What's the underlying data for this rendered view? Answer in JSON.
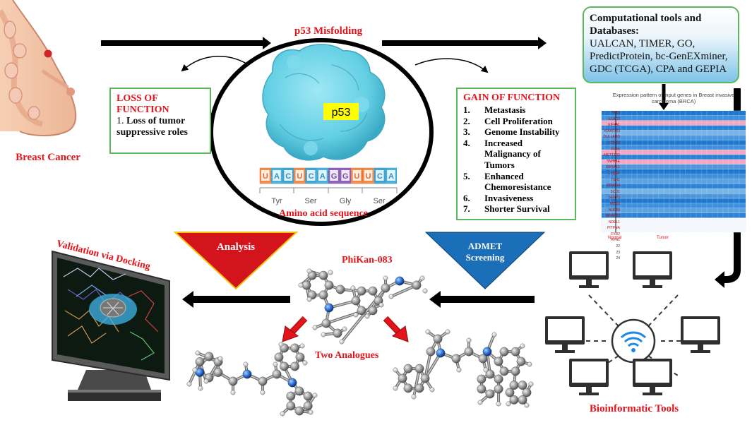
{
  "main_title": "p53 Misfolding",
  "protein_label": "p53",
  "breast_cancer_label": "Breast Cancer",
  "loss_box": {
    "title": "LOSS OF FUNCTION",
    "item_num": "1.",
    "item_text": "Loss of tumor suppressive roles"
  },
  "gain_box": {
    "title": "GAIN OF FUNCTION",
    "items": [
      {
        "num": "1.",
        "text": "Metastasis"
      },
      {
        "num": "2.",
        "text": "Cell Proliferation"
      },
      {
        "num": "3.",
        "text": "Genome Instability"
      },
      {
        "num": "4.",
        "text": "Increased Malignancy of Tumors"
      },
      {
        "num": "5.",
        "text": "Enhanced Chemoresistance"
      },
      {
        "num": "6.",
        "text": "Invasiveness"
      },
      {
        "num": "7.",
        "text": "Shorter Survival"
      }
    ]
  },
  "tools_box": {
    "title": "Computational tools and Databases:",
    "body": "UALCAN, TIMER, GO, PredictProtein, bc-GenEXminer, GDC (TCGA), CPA and GEPIA"
  },
  "rna_letters": [
    "U",
    "A",
    "C",
    "U",
    "C",
    "A",
    "G",
    "G",
    "U",
    "U",
    "C",
    "A"
  ],
  "codon_labels": [
    "Tyr",
    "Ser",
    "Gly",
    "Ser"
  ],
  "amino_label": "Amino acid sequence",
  "heatmap": {
    "title": "Expression pattern of input genes in Breast invasive carcinoma (BRCA)",
    "genes": [
      "TP53",
      "ELAC2",
      "EIF4A1",
      "KIAA0753",
      "DULLARD",
      "COX10",
      "PFAS",
      "METT10D",
      "YWHAE",
      "EIF5AL1",
      "C1QBP",
      "TSR1",
      "GEMIN4",
      "SCO1",
      "SENP3",
      "MIS12",
      "NUP88",
      "WRAP53",
      "NDEL1",
      "PITPNA",
      "FXR2",
      "RPA1",
      "22",
      "23",
      "24"
    ],
    "x_labels": [
      "Normal",
      "Tumor"
    ]
  },
  "analysis_label": "Analysis",
  "admet_label": "ADMET Screening",
  "validation_label": "Validation via Docking",
  "phikan_label": "PhiKan-083",
  "analogues_label": "Two Analogues",
  "bioinformatic_label": "Bioinformatic Tools",
  "colors": {
    "red_text": "#e4141b",
    "green_border": "#5cb85c",
    "analysis_red": "#d4141c",
    "admet_blue": "#1a6fb8",
    "heat_blue": "#2c7fd4",
    "heat_pink": "#f2a8c4"
  }
}
